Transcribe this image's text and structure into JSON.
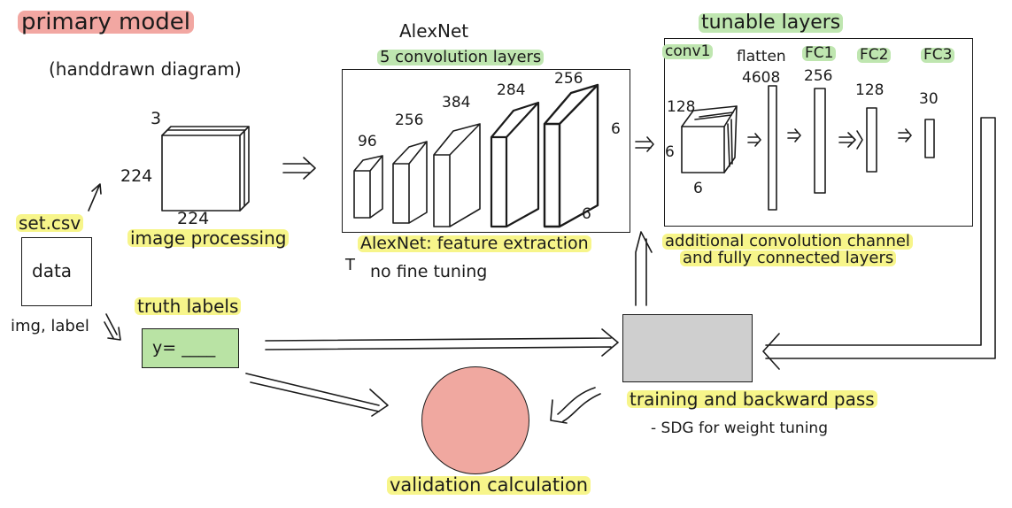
{
  "header": {
    "title": "primary model",
    "subtitle": "(handdrawn diagram)"
  },
  "input": {
    "file_label": "set.csv",
    "data_box_label": "data",
    "img_label_text": "img, label",
    "image_processing_label": "image processing",
    "image_dims": {
      "channels": "3",
      "height": "224",
      "width": "224"
    }
  },
  "alexnet": {
    "title": "AlexNet",
    "conv_label": "5 convolution layers",
    "layer_numbers": [
      "96",
      "256",
      "384",
      "284",
      "256"
    ],
    "output_dims": {
      "h": "6",
      "w": "6"
    },
    "footer_label": "AlexNet: feature extraction",
    "note_symbol": "T",
    "note_text": "no fine tuning"
  },
  "tunable": {
    "title": "tunable layers",
    "conv1_label": "conv1",
    "conv_dims": {
      "depth": "128",
      "h": "6",
      "w": "6"
    },
    "columns": [
      {
        "label": "flatten",
        "value": "4608"
      },
      {
        "label": "FC1",
        "value": "256"
      },
      {
        "label": "FC2",
        "value": "128"
      },
      {
        "label": "FC3",
        "value": "30"
      }
    ],
    "footer_line1": "additional convolution channel",
    "footer_line2": "and fully connected layers"
  },
  "truth": {
    "label": "truth labels",
    "value": "y= ____"
  },
  "training": {
    "label": "training and backward pass",
    "note": "- SDG for weight tuning"
  },
  "validation": {
    "label": "validation calculation"
  },
  "arrows": {
    "arrow_symbol": "⇒",
    "arrow_eq": "=⇒"
  },
  "colors": {
    "highlight_yellow": "#f7f58a",
    "highlight_green": "#bfe6b0",
    "highlight_red": "#f2a7a2",
    "truth_box": "#b9e3a4",
    "training_box": "#cfcfcf",
    "validation_circle": "#f0a8a0"
  }
}
